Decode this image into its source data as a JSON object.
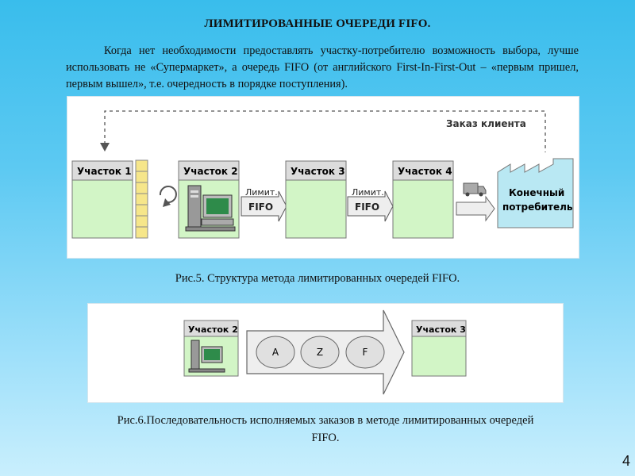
{
  "slide": {
    "title": "ЛИМИТИРОВАННЫЕ ОЧЕРЕДИ FIFO.",
    "paragraph": "Когда нет необходимости предоставлять участку-потребителю возможность выбора, лучше использовать не «Супермаркет», а очередь FIFO (от английского First-In-First-Out – «первым пришел, первым вышел», т.е. очередность в порядке поступления).",
    "page_number": "4"
  },
  "figure1": {
    "caption": "Рис.5. Структура метода лимитированных очередей FIFO.",
    "stations": [
      "Участок 1",
      "Участок 2",
      "Участок 3",
      "Участок 4"
    ],
    "limit_labels": [
      {
        "line1": "Лимит.",
        "line2": "FIFO"
      },
      {
        "line1": "Лимит.",
        "line2": "FIFO"
      }
    ],
    "order_label": "Заказ клиента",
    "customer_label_line1": "Конечный",
    "customer_label_line2": "потребитель"
  },
  "figure2": {
    "caption": "Рис.6.Последовательность исполняемых заказов в методе лимитированных очередей FIFO.",
    "from_station": "Участок 2",
    "to_station": "Участок 3",
    "orders": [
      "A",
      "Z",
      "F"
    ]
  },
  "colors": {
    "box_fill": "#d2f5c6",
    "header_fill": "#dcdcdc",
    "arrow_fill": "#eeeeee",
    "queue_fill": "#f6e68a",
    "factory_fill": "#b9e8f3"
  }
}
